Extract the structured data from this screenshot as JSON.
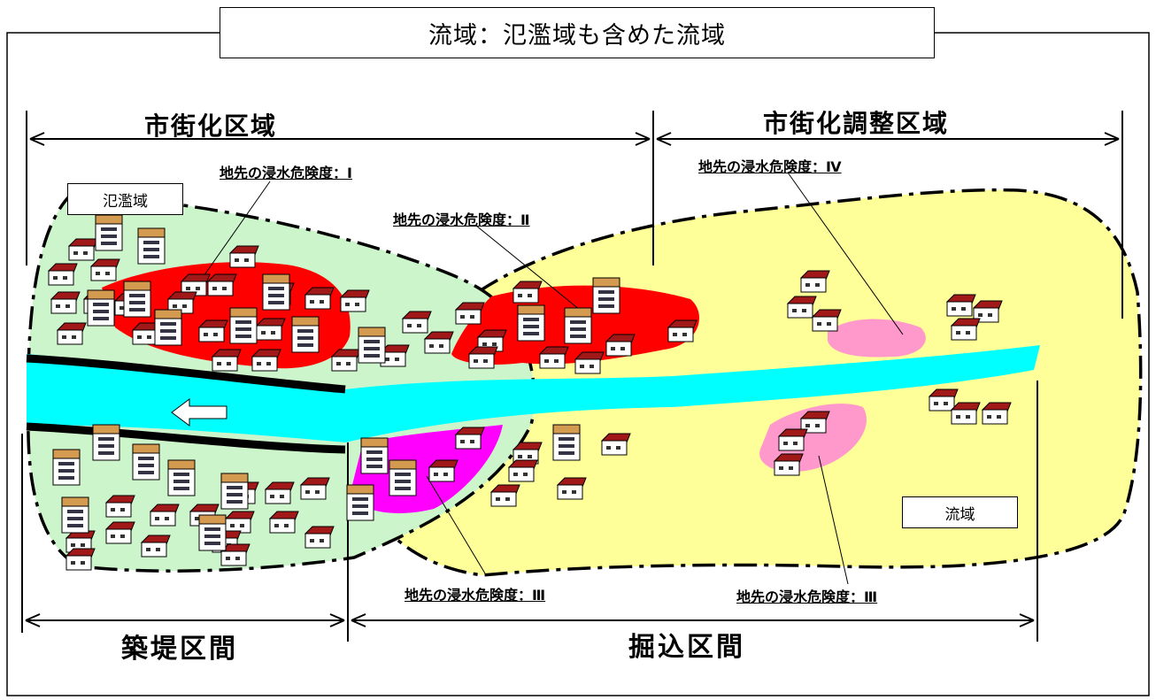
{
  "title": "流域：氾濫域も含めた流域",
  "zones": {
    "urbanization_area": "市街化区域",
    "urbanization_control_area": "市街化調整区域"
  },
  "sections": {
    "levee_section": "築堤区間",
    "excavated_section": "掘込区間"
  },
  "labels": {
    "flood_area": "氾濫域",
    "basin": "流域"
  },
  "risk_labels": {
    "level_1": "地先の浸水危険度：Ⅰ",
    "level_2": "地先の浸水危険度：Ⅱ",
    "level_4": "地先の浸水危険度：Ⅳ",
    "level_3_left": "地先の浸水危険度：Ⅲ",
    "level_3_right": "地先の浸水危険度：Ⅲ"
  },
  "colors": {
    "flood_area_fill": "#ccf5cc",
    "basin_fill": "#ffff99",
    "river": "#00ffff",
    "risk_1": "#ff0000",
    "risk_2": "#ff0000",
    "risk_3_left": "#ff00ff",
    "risk_3_right": "#ff99cc",
    "risk_4": "#ff99cc"
  },
  "icons": {
    "flow_direction": "arrow-left-icon",
    "house": "house-icon",
    "apartment": "apartment-icon"
  }
}
